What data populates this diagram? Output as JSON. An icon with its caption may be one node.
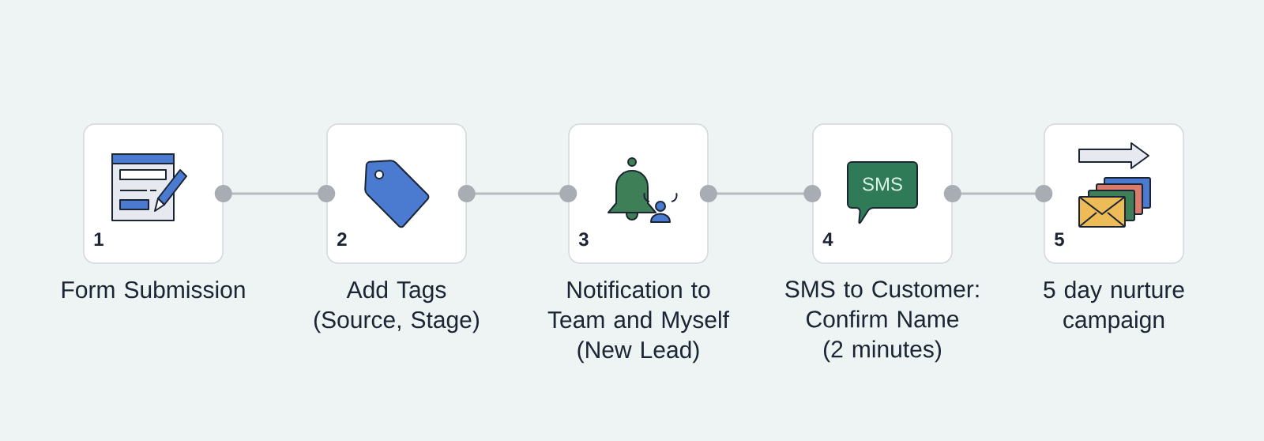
{
  "diagram": {
    "nodes": [
      {
        "text": [
          "1",
          "Form Submission"
        ]
      },
      {
        "text": [
          "2",
          "Add Tags (Source, Stage)"
        ]
      },
      {
        "text": [
          "3",
          "Notification to Team and Myself (New Lead)"
        ]
      },
      {
        "text": [
          "4",
          "SMS to Customer: Confirm Name (2 minutes)"
        ]
      },
      {
        "text": [
          "5",
          "5 day nurture campaign"
        ]
      }
    ],
    "edges": [
      {
        "from": 0,
        "to": 1,
        "arrow": "other"
      },
      {
        "from": 1,
        "to": 2,
        "arrow": "other"
      },
      {
        "from": 2,
        "to": 3,
        "arrow": "other"
      },
      {
        "from": 3,
        "to": 4,
        "arrow": "other"
      }
    ],
    "labels": [
      "SMS"
    ]
  }
}
